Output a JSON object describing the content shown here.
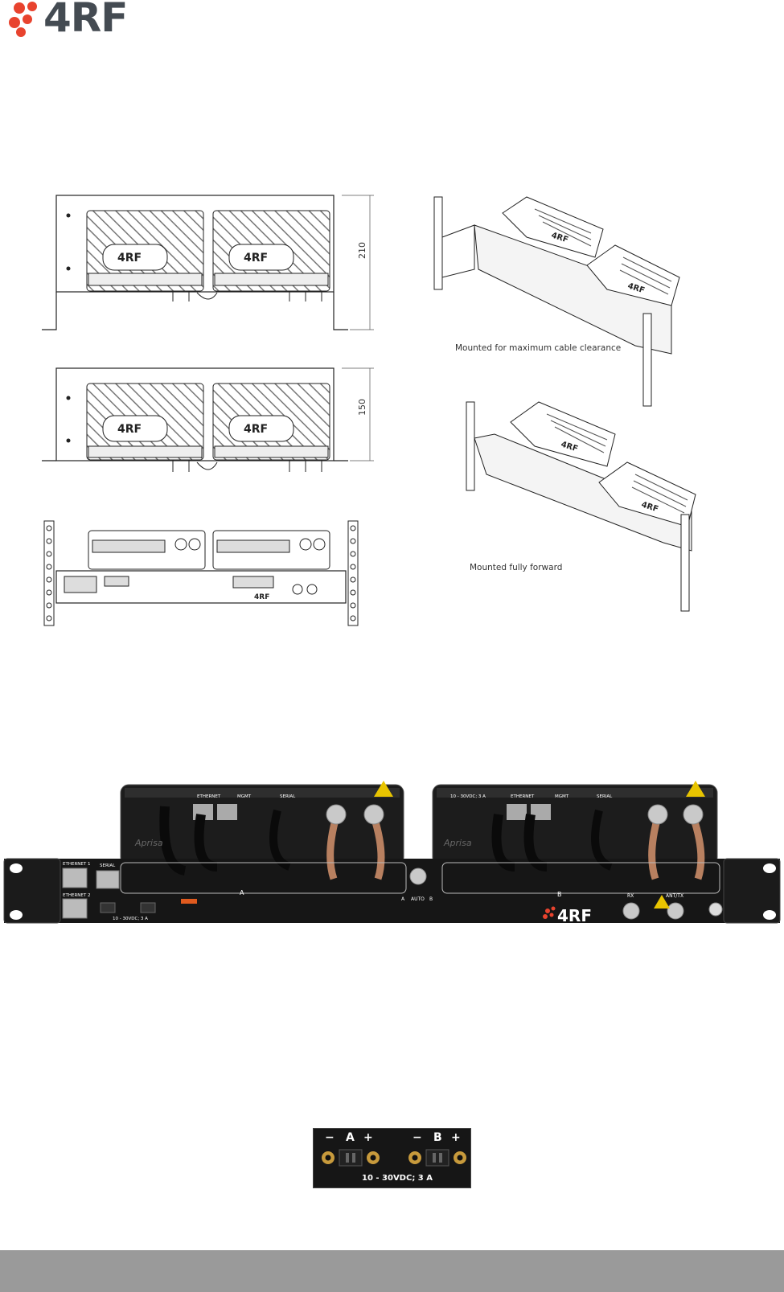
{
  "header": {
    "logo_text": "4RF"
  },
  "drawings": {
    "dimension_top": "210",
    "dimension_middle": "150",
    "panel_logo": "4RF",
    "caption_max_clearance": "Mounted for maximum cable clearance",
    "caption_fully_forward": "Mounted fully forward"
  },
  "photo": {
    "ethernet1": "ETHERNET 1",
    "ethernet2": "ETHERNET 2",
    "serial": "SERIAL",
    "mgmt": "MGMT",
    "radio_ethernet": "ETHERNET",
    "power_label": "10 - 30VDC; 3 A",
    "channel_a": "A",
    "channel_b": "B",
    "switch_auto": "AUTO",
    "rx": "RX",
    "ant_tx": "ANT/TX",
    "brand": "4RF",
    "radio_brand": "Aprisa"
  },
  "connector": {
    "minus": "−",
    "plus": "+",
    "label_a": "A",
    "label_b": "B",
    "rating": "10 - 30VDC; 3 A"
  },
  "colors": {
    "brand_red": "#e8432e",
    "logo_grey": "#444b52",
    "footer_grey": "#9a9a9a"
  }
}
